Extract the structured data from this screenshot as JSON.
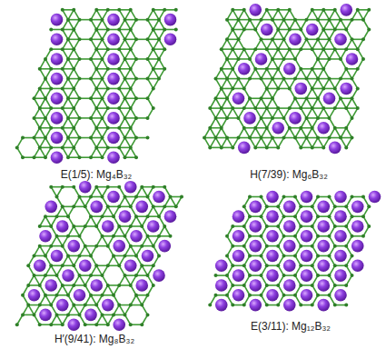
{
  "diagram": {
    "labels": [
      "E(1/5): Mg₄B₃₂",
      "H(7/39): Mg₆B₃₂",
      "H′(9/41): Mg₈B₃₂",
      "E(3/11): Mg₁₂B₃₂"
    ]
  }
}
